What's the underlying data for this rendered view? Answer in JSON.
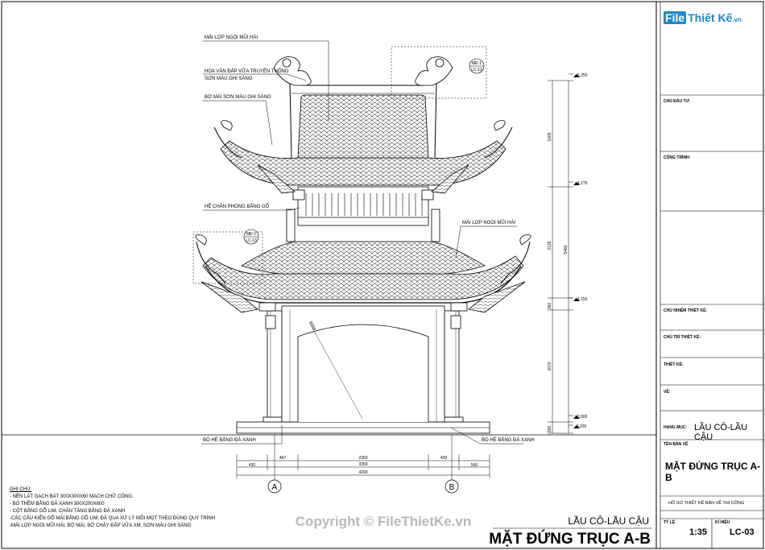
{
  "brand": {
    "logo_left": "File",
    "logo_right": "Thiết Kế",
    "logo_suffix": ".vn"
  },
  "labels": {
    "roof_tile_top": "MÁI LỢP NGÓI MŨI HÀI",
    "ornament_1": "HOA VĂN ĐẮP VỮA TRUYỀN THỐNG",
    "ornament_2": "SƠN MÀU GHI SÁNG",
    "roof_edge": "BỜ MÁI SƠN MÀU GHI SÁNG",
    "wind_wall": "HỆ CHẮN PHONG BẰNG GỖ",
    "roof_tile_lower": "MÁI LỢP NGÓI MŨI HÀI",
    "border_left": "BÓ HÈ BẰNG ĐÁ XANH",
    "border_right": "BÓ HÈ BẰNG ĐÁ XANH",
    "md1_a": "MĐ 1",
    "md1_b": "LC-13",
    "md2_a": "MĐ 2",
    "md2_b": "LC-13",
    "arch_dim": "R900"
  },
  "levels": {
    "l1": "+5.250",
    "l2": "+4.275",
    "l3": "+2.150",
    "l4": "±0.000",
    "l5": "-0.200"
  },
  "dims": {
    "v1": "1005",
    "v2": "2125",
    "v3": "5460",
    "v4": "360",
    "v5": "2070",
    "v6": "200",
    "h_row1": [
      "430",
      "467",
      "2360",
      "439",
      "560"
    ],
    "h_row2": "3350",
    "h_row3": "4200"
  },
  "axes": {
    "a": "A",
    "b": "B"
  },
  "notes": {
    "heading": "GHI CHÚ:",
    "lines": [
      "- NỀN LÁT GẠCH BÁT 300X300X60 MẠCH CHỮ CÔNG.",
      "- BÓ THỀM BẰNG ĐÁ XANH 300X200X600",
      "- CỘT BẰNG GỖ LIM, CHÂN TẢNG BẰNG ĐÁ XANH",
      "-CÁC CẤU KIỆN GỖ MÁI BẰNG GỖ LIM, ĐÃ QUA XỬ LÝ MỐI MỌT THEO ĐÚNG QUY TRÌNH",
      "-MÁI LỢP NGÓI MŨI HÀI, BỜ MÁI, BỜ CHẢY ĐẮP VỮA XM, SƠN MÀU GHI SÁNG"
    ]
  },
  "title_block": {
    "owner": "CHỦ ĐẦU TƯ:",
    "project": "CÔNG TRÌNH:",
    "design_lead": "CHỦ NHIỆM THIẾT KẾ:",
    "design_chair": "CHỦ TRÌ THIẾT KẾ:",
    "designer": "THIẾT KẾ:",
    "draftsman": "VẼ:",
    "item_label": "HẠNG MỤC:",
    "item_value": "LẦU CÔ-LẦU CẬU",
    "drawing_label": "TÊN BẢN VẼ",
    "drawing_value": "MẶT ĐỨNG TRỤC A-B",
    "stage": "HỒ SƠ THIẾT KẾ BẢN VẼ THI CÔNG",
    "scale_label": "TỶ LỆ",
    "scale_value": "1:35",
    "sheet_label": "KÍ HIỆU",
    "sheet_value": "LC-03"
  },
  "drawing_title": {
    "sub": "LẦU CÔ-LẦU CẬU",
    "main": "MẶT ĐỨNG TRỤC A-B"
  },
  "watermark": "Copyright © FileThietKe.vn"
}
